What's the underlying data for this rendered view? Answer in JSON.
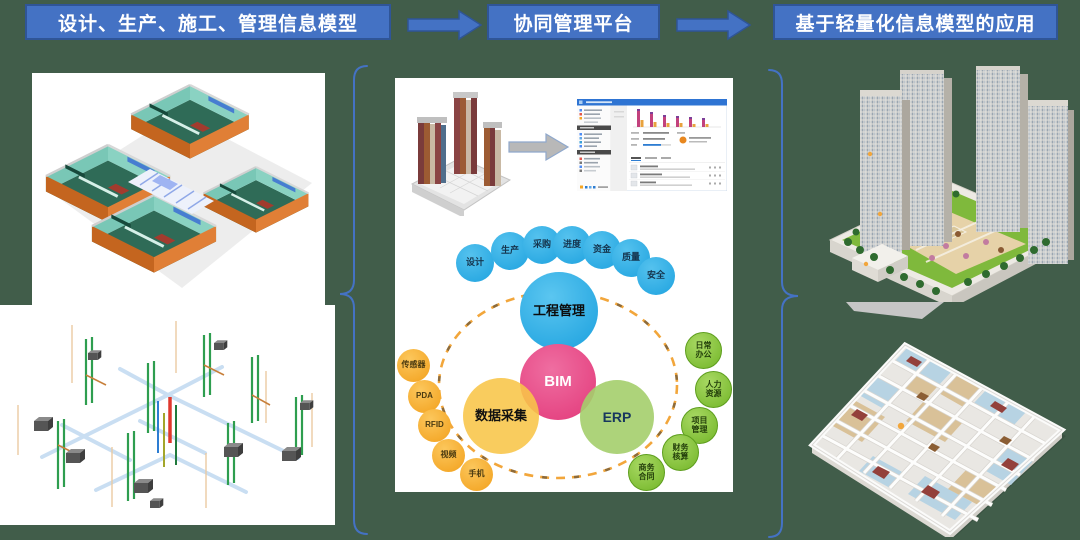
{
  "background_color": "#415D4A",
  "header": {
    "box_color": "#4472C4",
    "box_border_color": "#2F5597",
    "text_color": "#FFFFFF",
    "steps": [
      "设计、生产、施工、管理信息模型",
      "协同管理平台",
      "基于轻量化信息模型的应用"
    ]
  },
  "brace_color": "#4472C4",
  "images": {
    "top_left": "bim-floor-model-render",
    "bottom_left": "mep-piping-isometric-render",
    "center_model": "tower-cluster-bim-model",
    "center_screenshot": "collaborative-management-software-screenshot",
    "top_right": "residential-complex-render",
    "bottom_right": "apartment-floorplan-cutaway-render"
  },
  "diagram": {
    "ring_color": "#F2A63B",
    "core": [
      {
        "label": "工程管理",
        "color": "#29ABE2"
      },
      {
        "label": "BIM",
        "color": "#E8498A"
      },
      {
        "label": "数据采集",
        "color": "#F7C54B"
      },
      {
        "label": "ERP",
        "color": "#A6CE70"
      }
    ],
    "top_circles": [
      "设计",
      "生产",
      "采购",
      "进度",
      "资金",
      "质量",
      "安全"
    ],
    "top_circle_color": "#29A9E1",
    "left_circles": [
      "传感器",
      "PDA",
      "RFID",
      "视频",
      "手机"
    ],
    "left_circle_color": "#F5A623",
    "right_circles": [
      "日常办公",
      "人力资源",
      "项目管理",
      "财务核算",
      "商务合同"
    ],
    "right_circle_color": "#7DC242"
  }
}
